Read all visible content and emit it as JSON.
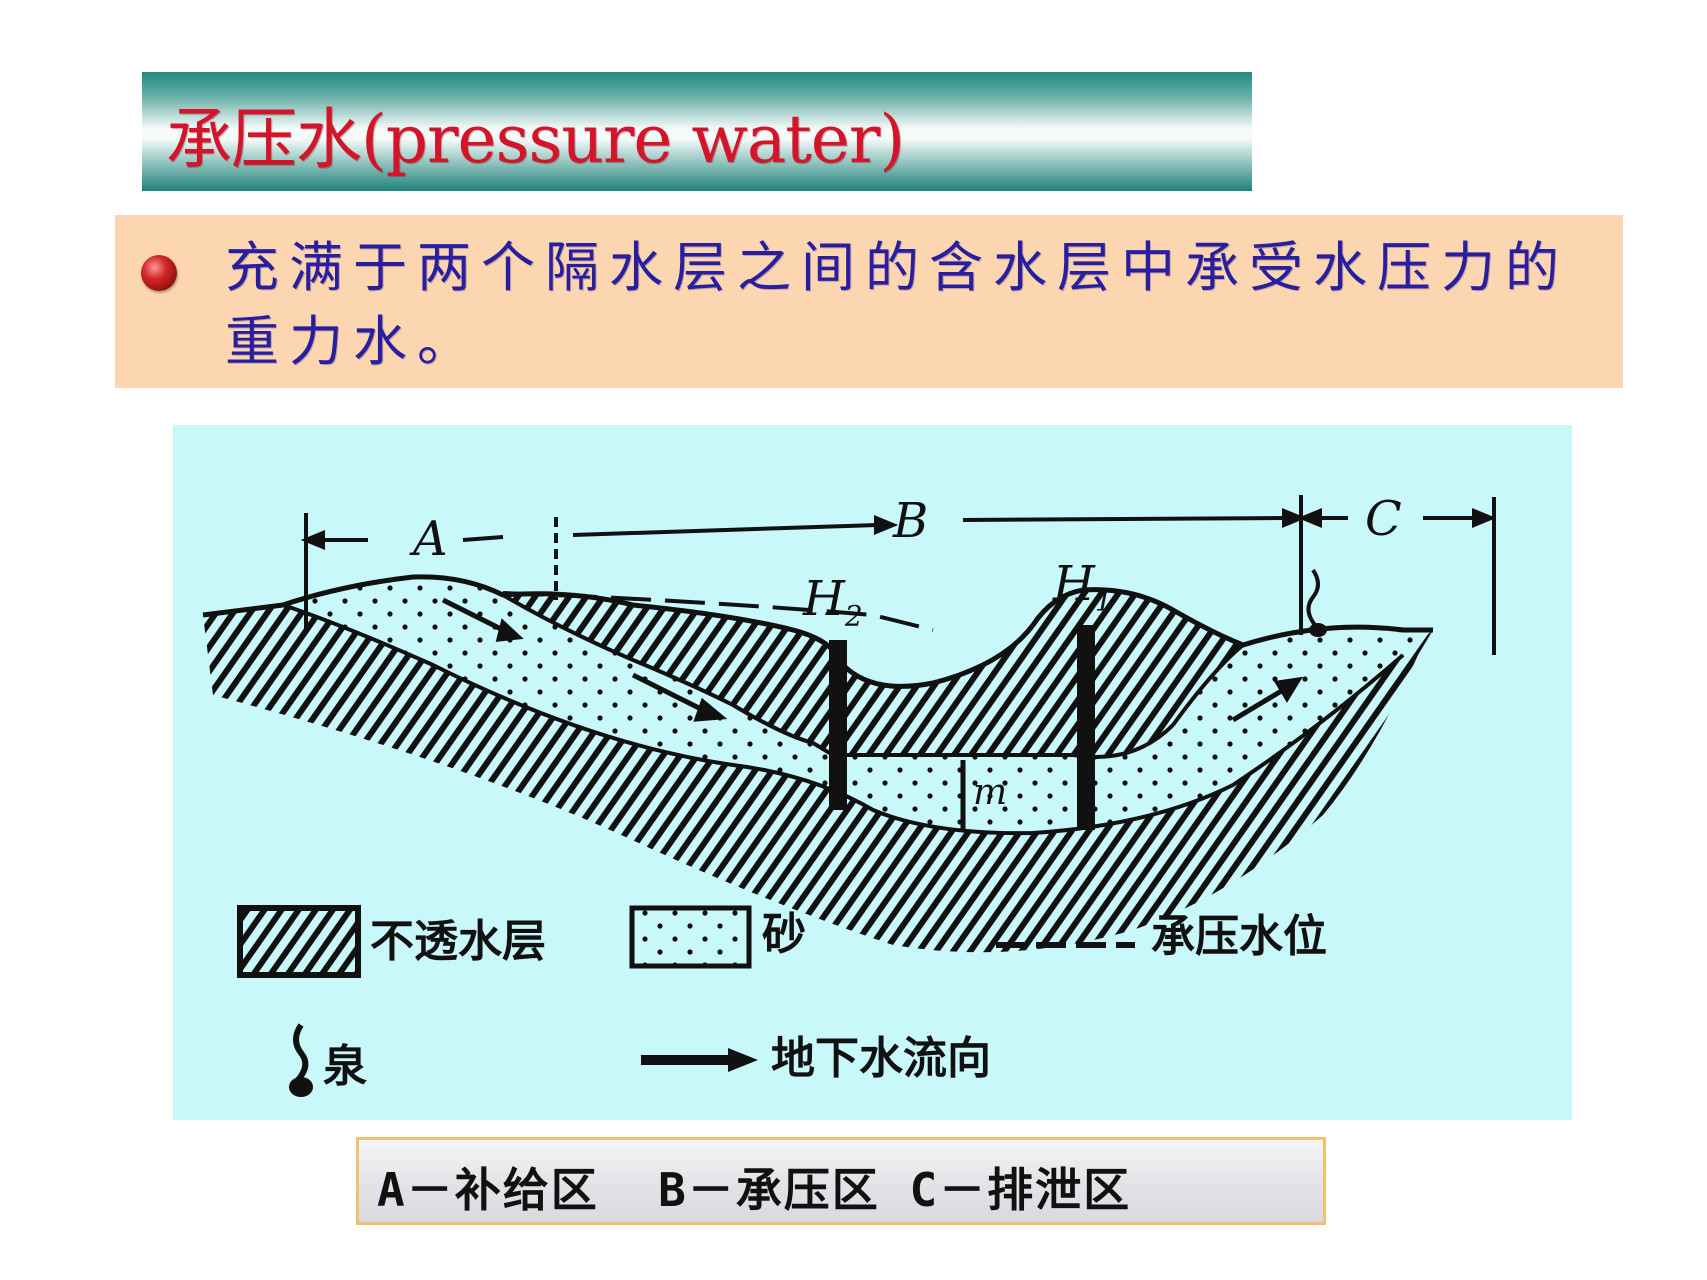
{
  "title": {
    "text": "承压水(pressure water)",
    "color": "#d4142a",
    "bar_colors": [
      "#1f8a80",
      "#f6fbfa"
    ]
  },
  "definition": {
    "bullet_color": "#c21f1f",
    "text": "充满于两个隔水层之间的含水层中承受水压力的重力水。",
    "text_color": "#2a1ea0",
    "background": "#fcd6b0"
  },
  "diagram": {
    "background": "#c8f8fa",
    "zones": [
      {
        "label": "A"
      },
      {
        "label": "B"
      },
      {
        "label": "C"
      }
    ],
    "wells": [
      {
        "label": "H",
        "subscript": "2"
      },
      {
        "label": "H",
        "subscript": "1"
      }
    ],
    "thickness_label": "m",
    "legend": [
      {
        "icon": "hatched-box-icon",
        "label": "不透水层"
      },
      {
        "icon": "dotted-box-icon",
        "label": "砂"
      },
      {
        "icon": "dashed-line-icon",
        "label": "承压水位"
      },
      {
        "icon": "spring-icon",
        "label": "泉"
      },
      {
        "icon": "flow-arrow-icon",
        "label": "地下水流向"
      }
    ]
  },
  "caption": {
    "text": "A－补给区  B－承压区 C－排泄区",
    "items": [
      {
        "key": "A",
        "label": "补给区"
      },
      {
        "key": "B",
        "label": "承压区"
      },
      {
        "key": "C",
        "label": "排泄区"
      }
    ],
    "border_color": "#f2c070"
  }
}
